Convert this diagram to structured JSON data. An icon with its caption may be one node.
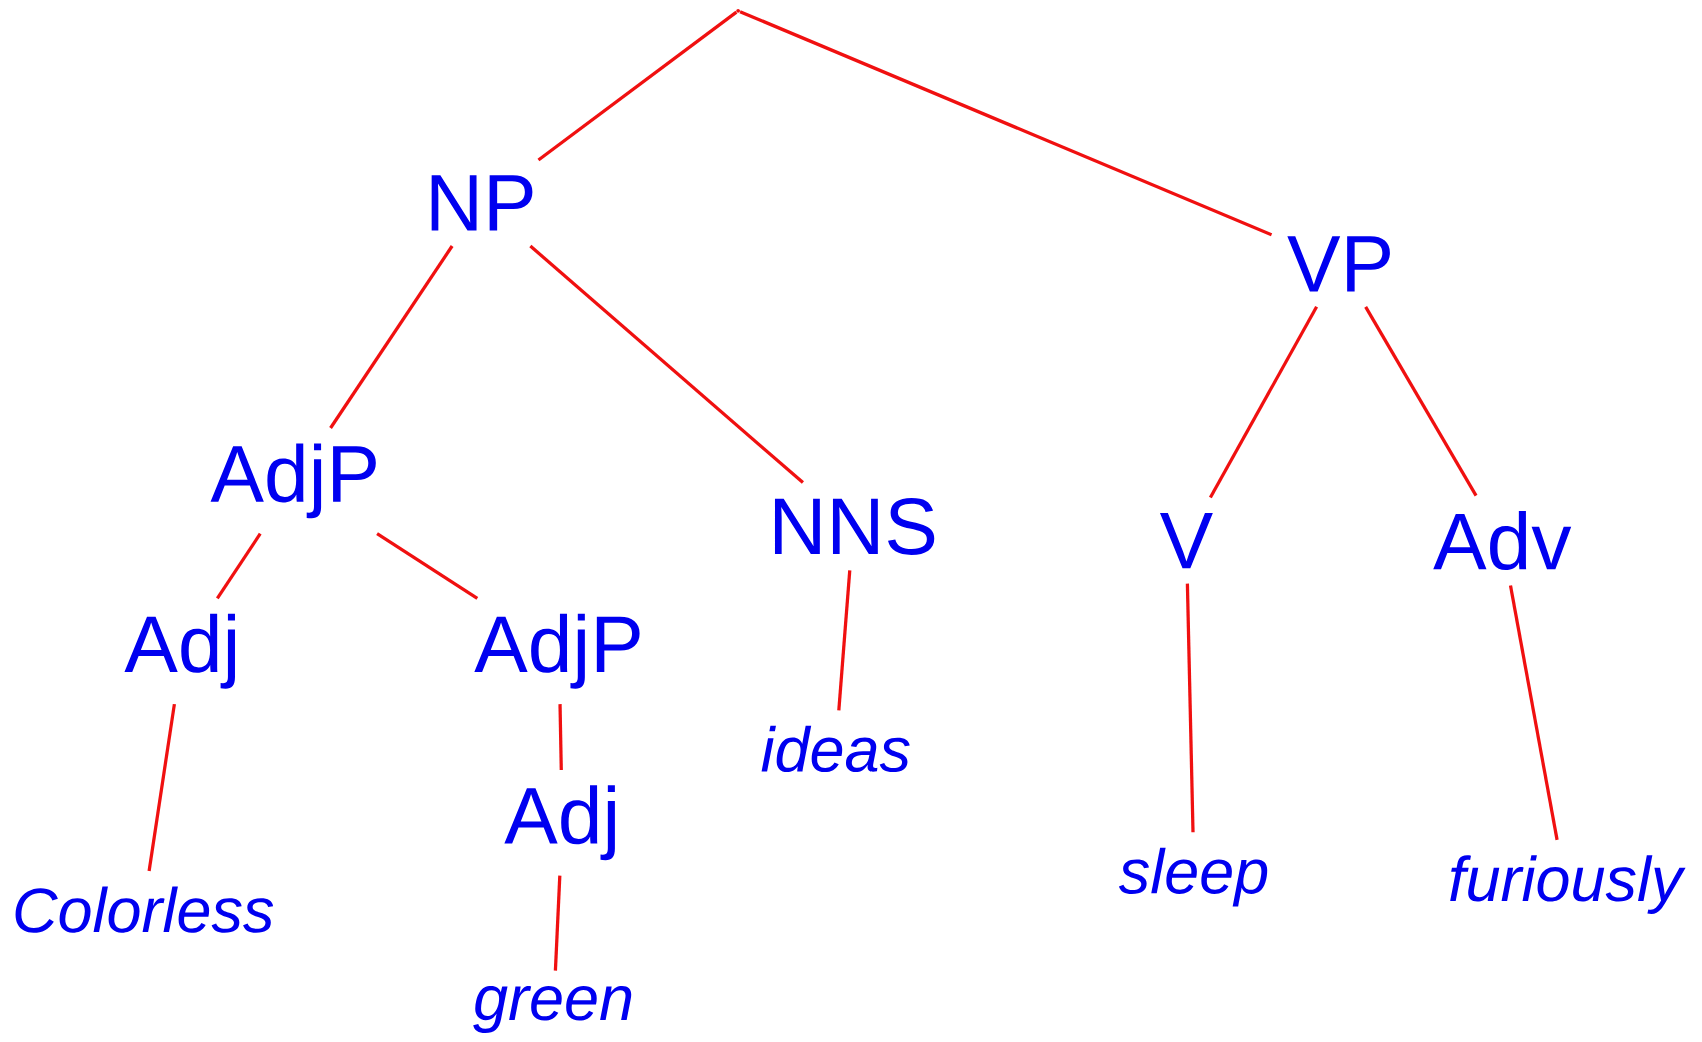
{
  "diagram": {
    "nodes": [
      {
        "text": [],
        "shape": "point"
      },
      {
        "text": [
          "NP"
        ]
      },
      {
        "text": [
          "VP"
        ]
      },
      {
        "text": [
          "AdjP"
        ]
      },
      {
        "text": [
          "NNS"
        ]
      },
      {
        "text": [
          "V"
        ]
      },
      {
        "text": [
          "Adv"
        ]
      },
      {
        "text": [
          "Adj"
        ]
      },
      {
        "text": [
          "AdjP"
        ]
      },
      {
        "text": [
          "ideas"
        ]
      },
      {
        "text": [
          "sleep"
        ]
      },
      {
        "text": [
          "furiously"
        ]
      },
      {
        "text": [
          "Adj"
        ]
      },
      {
        "text": [
          "Colorless"
        ]
      },
      {
        "text": [
          "green"
        ]
      }
    ],
    "edges": [
      {
        "from": 0,
        "to": 1,
        "arrow": "none"
      },
      {
        "from": 0,
        "to": 2,
        "arrow": "none"
      },
      {
        "from": 1,
        "to": 3,
        "arrow": "none"
      },
      {
        "from": 1,
        "to": 4,
        "arrow": "none"
      },
      {
        "from": 2,
        "to": 5,
        "arrow": "none"
      },
      {
        "from": 2,
        "to": 6,
        "arrow": "none"
      },
      {
        "from": 3,
        "to": 7,
        "arrow": "none"
      },
      {
        "from": 3,
        "to": 8,
        "arrow": "none"
      },
      {
        "from": 4,
        "to": 9,
        "arrow": "none"
      },
      {
        "from": 5,
        "to": 10,
        "arrow": "none"
      },
      {
        "from": 6,
        "to": 11,
        "arrow": "none"
      },
      {
        "from": 7,
        "to": 13,
        "arrow": "none"
      },
      {
        "from": 8,
        "to": 12,
        "arrow": "none"
      },
      {
        "from": 12,
        "to": 14,
        "arrow": "none"
      }
    ]
  }
}
